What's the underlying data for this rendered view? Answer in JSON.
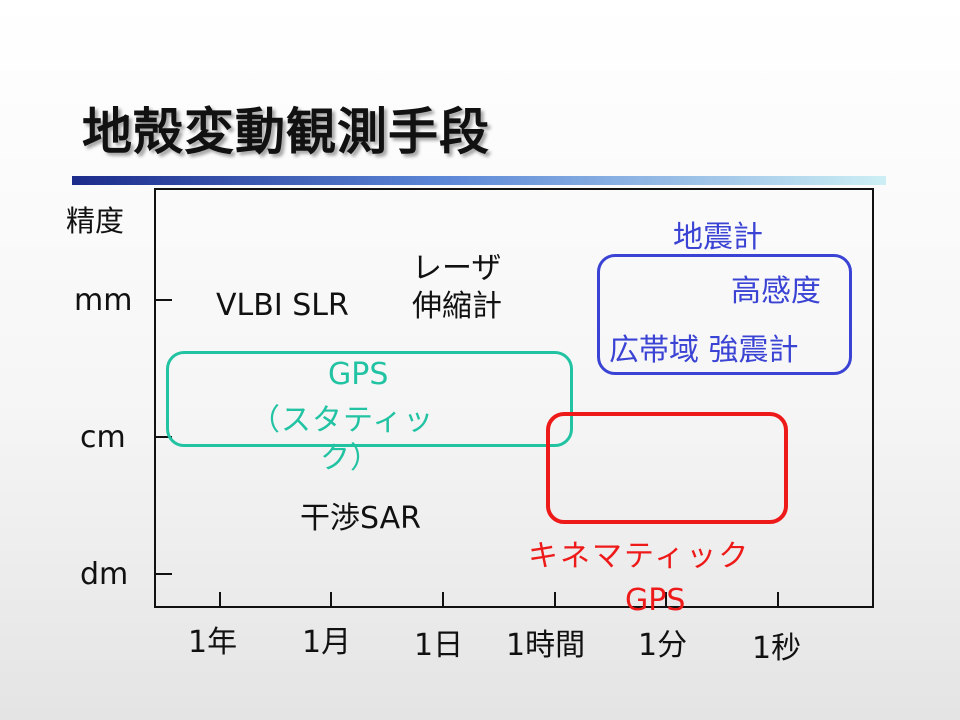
{
  "title": "地殻変動観測手段",
  "colors": {
    "rule_start": "#1c2b8a",
    "rule_end": "#cdeff4",
    "gps_static": "#22c3a3",
    "seismometer": "#3a43d4",
    "kinematic": "#ee1a1a",
    "text": "#111111"
  },
  "axes": {
    "y_title": "精度",
    "y_ticks": [
      "mm",
      "cm",
      "dm"
    ],
    "x_ticks": [
      "1年",
      "1月",
      "1日",
      "1時間",
      "1分",
      "1秒"
    ]
  },
  "techniques": {
    "vlbi_slr": "VLBI SLR",
    "laser_line1": "レーザ",
    "laser_line2": "伸縮計",
    "gps_static_line1": "GPS",
    "gps_static_line2": "（スタティッ",
    "gps_static_line3": "ク）",
    "insar": "干渉SAR",
    "seismometer": "地震計",
    "high_sensitivity": "高感度",
    "broadband_strong": "広帯域 強震計",
    "kinematic_line1": "キネマティック",
    "kinematic_line2": "GPS"
  }
}
